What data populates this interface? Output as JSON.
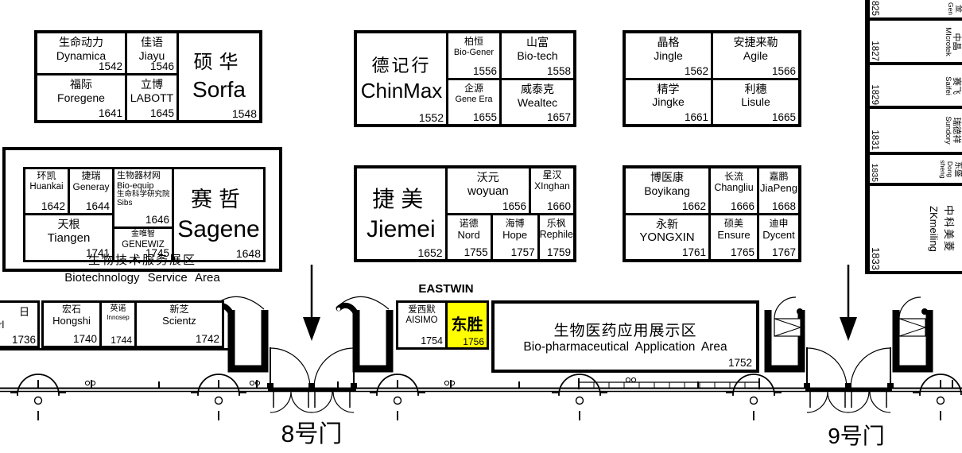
{
  "colors": {
    "highlight": "#ffff00",
    "line": "#000000"
  },
  "labels": {
    "eastwin": "EASTWIN",
    "biotech_area_cn": "生物技术服务展区",
    "biotech_area_en": "Biotechnology  Service Area",
    "gate8": "8号门",
    "gate9": "9号门"
  },
  "booths": {
    "dynamica": {
      "cn": "生命动力",
      "en": "Dynamica",
      "num": "1542"
    },
    "jiayu": {
      "cn": "佳语",
      "en": "Jiayu",
      "num": "1546"
    },
    "sorfa": {
      "cn": "硕华",
      "en": "Sorfa",
      "num": "1548"
    },
    "foregene": {
      "cn": "福际",
      "en": "Foregene",
      "num": "1641"
    },
    "labott": {
      "cn": "立博",
      "en": "LABOTT",
      "num": "1645"
    },
    "chinmax": {
      "cn": "德记行",
      "en": "ChinMax",
      "num": "1552"
    },
    "biogener": {
      "cn": "柏恒",
      "en": "Bio-Gener",
      "num": "1556"
    },
    "biotech": {
      "cn": "山富",
      "en": "Bio-tech",
      "num": "1558"
    },
    "geneera": {
      "cn": "企源",
      "en": "Gene Era",
      "num": "1655"
    },
    "wealtec": {
      "cn": "威泰克",
      "en": "Wealtec",
      "num": "1657"
    },
    "jingle": {
      "cn": "晶格",
      "en": "Jingle",
      "num": "1562"
    },
    "agile": {
      "cn": "安捷来勒",
      "en": "Agile",
      "num": "1566"
    },
    "jingke": {
      "cn": "精学",
      "en": "Jingke",
      "num": "1661"
    },
    "lisule": {
      "cn": "利穗",
      "en": "Lisule",
      "num": "1665"
    },
    "huankai": {
      "cn": "环凯",
      "en": "Huankai",
      "num": "1642"
    },
    "generay": {
      "cn": "捷瑞",
      "en": "Generay",
      "num": "1644"
    },
    "bioequip": {
      "cn": "生物器材网",
      "en": "Bio-equip",
      "cn2": "生命科学研究院",
      "en2": "Sibs",
      "num": "1646"
    },
    "sagene": {
      "cn": "赛哲",
      "en": "Sagene",
      "num": "1648"
    },
    "tiangen": {
      "cn": "天根",
      "en": "Tiangen",
      "num": "1741"
    },
    "genewiz": {
      "cn": "金唯智",
      "en": "GENEWIZ",
      "num": "1745"
    },
    "jiemei": {
      "cn": "捷美",
      "en": "Jiemei",
      "num": "1652"
    },
    "woyuan": {
      "cn": "沃元",
      "en": "woyuan",
      "num": "1656"
    },
    "xinghan": {
      "cn": "星汉",
      "en": "XInghan",
      "num": "1660"
    },
    "nord": {
      "cn": "诺德",
      "en": "Nord",
      "num": "1755"
    },
    "hope": {
      "cn": "海博",
      "en": "Hope",
      "num": "1757"
    },
    "rephile": {
      "cn": "乐枫",
      "en": "Rephile",
      "num": "1759"
    },
    "boyikang": {
      "cn": "博医康",
      "en": "Boyikang",
      "num": "1662"
    },
    "changliu": {
      "cn": "长流",
      "en": "Changliu",
      "num": "1666"
    },
    "jiapeng": {
      "cn": "嘉鹏",
      "en": "JiaPeng",
      "num": "1668"
    },
    "yongxin": {
      "cn": "永新",
      "en": "YONGXIN",
      "num": "1761"
    },
    "ensure": {
      "cn": "硕美",
      "en": "Ensure",
      "num": "1765"
    },
    "dycent": {
      "cn": "迪申",
      "en": "Dycent",
      "num": "1767"
    },
    "partial1736": {
      "cn": "日",
      "en": "rl",
      "num": "1736"
    },
    "hongshi": {
      "cn": "宏石",
      "en": "Hongshi",
      "num": "1740"
    },
    "innosep": {
      "cn": "英诺",
      "en": "Innosep",
      "num": "1744"
    },
    "scientz": {
      "cn": "新芝",
      "en": "Scientz",
      "num": "1742"
    },
    "aisimo": {
      "cn": "爱西默",
      "en": "AISIMO",
      "num": "1754"
    },
    "dongshengBooth": {
      "cn": "东胜",
      "num": "1756"
    },
    "biopharma": {
      "cn": "生物医药应用展示区",
      "en": "Bio-pharmaceutical Application  Area",
      "num": "1752"
    },
    "genPartial": {
      "cn": "金",
      "en": "Gen",
      "num": "825"
    },
    "microtek": {
      "cn": "中晶",
      "en": "MIcrotek",
      "num": "1827"
    },
    "saifei": {
      "cn": "赛飞",
      "en": "Saifei",
      "num": "1829"
    },
    "sundory": {
      "cn": "瑞德祥",
      "en": "Sundory",
      "num": "1831"
    },
    "dongshengStrip": {
      "cn": "东盛",
      "en": "Dong sheng",
      "num": "1835"
    },
    "zkmeiling": {
      "cn": "中科美菱",
      "en": "ZKmeiling",
      "num": "1833"
    }
  }
}
